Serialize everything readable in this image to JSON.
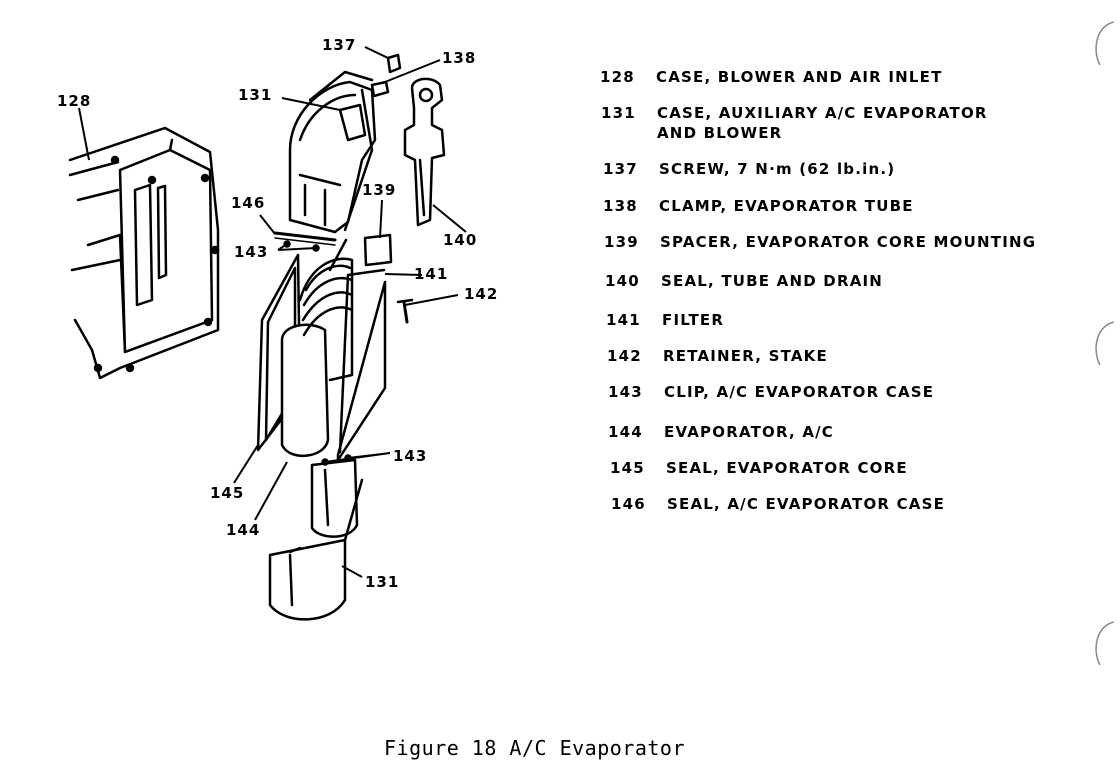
{
  "callouts": {
    "c128": "128",
    "c131_top": "131",
    "c137": "137",
    "c138": "138",
    "c139": "139",
    "c140": "140",
    "c141": "141",
    "c142": "142",
    "c143_left": "143",
    "c143_right": "143",
    "c144": "144",
    "c145": "145",
    "c146": "146",
    "c131_bottom": "131"
  },
  "legend": [
    {
      "number": "128",
      "lines": [
        "CASE, BLOWER AND AIR INLET"
      ]
    },
    {
      "number": "131",
      "lines": [
        "CASE, AUXILIARY A/C EVAPORATOR",
        "AND BLOWER"
      ]
    },
    {
      "number": "137",
      "lines": [
        "SCREW, 7 N·m (62 lb.in.)"
      ]
    },
    {
      "number": "138",
      "lines": [
        "CLAMP, EVAPORATOR TUBE"
      ]
    },
    {
      "number": "139",
      "lines": [
        "SPACER, EVAPORATOR CORE MOUNTING"
      ]
    },
    {
      "number": "140",
      "lines": [
        "SEAL, TUBE AND DRAIN"
      ]
    },
    {
      "number": "141",
      "lines": [
        "FILTER"
      ]
    },
    {
      "number": "142",
      "lines": [
        "RETAINER, STAKE"
      ]
    },
    {
      "number": "143",
      "lines": [
        "CLIP, A/C EVAPORATOR CASE"
      ]
    },
    {
      "number": "144",
      "lines": [
        "EVAPORATOR, A/C"
      ]
    },
    {
      "number": "145",
      "lines": [
        "SEAL, EVAPORATOR CORE"
      ]
    },
    {
      "number": "146",
      "lines": [
        "SEAL, A/C EVAPORATOR CASE"
      ]
    }
  ],
  "caption": "Figure 18 A/C Evaporator"
}
